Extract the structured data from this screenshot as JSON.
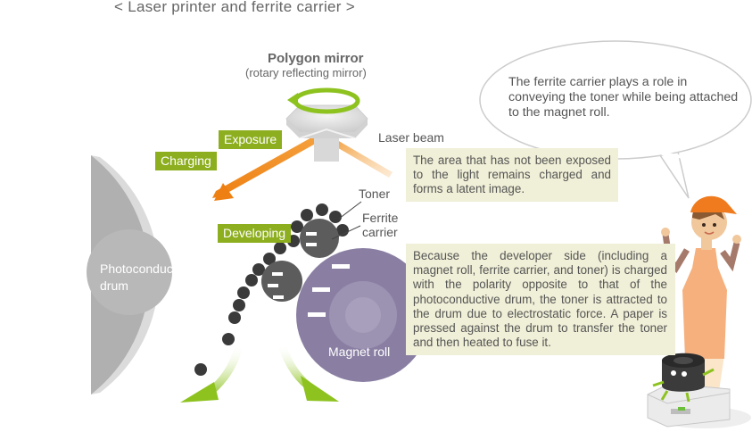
{
  "title": "< Laser printer and ferrite carrier >",
  "polygon_mirror": {
    "title": "Polygon mirror",
    "subtitle": "(rotary reflecting mirror)"
  },
  "labels": {
    "laser_beam": "Laser beam",
    "exposure": "Exposure",
    "charging": "Charging",
    "developing": "Developing",
    "toner": "Toner",
    "ferrite_line1": "Ferrite",
    "ferrite_line2": "carrier",
    "drum_line1": "Photoconductive",
    "drum_line2": "drum",
    "magnet_roll": "Magnet roll"
  },
  "notes": {
    "latent_image": "The area that has not been exposed to the light remains charged and forms a latent image.",
    "developer": "Because the developer side (including a magnet roll, ferrite carrier, and toner) is charged with the polarity opposite to that of the photoconductive drum, the toner is attracted to the drum due to electrostatic force. A paper is pressed against the drum to transfer the toner and then heated to fuse it."
  },
  "speech_bubble": "The ferrite carrier plays a role in conveying the toner while being attached to the magnet roll.",
  "colors": {
    "tag_green": "#8dae1f",
    "laser_orange": "#ef8a1c",
    "drum_gray": "#a9a9a9",
    "magnet_purple": "#8a7fa3",
    "note_bg": "#f0efd7",
    "arrow_green": "#8dc21f"
  }
}
